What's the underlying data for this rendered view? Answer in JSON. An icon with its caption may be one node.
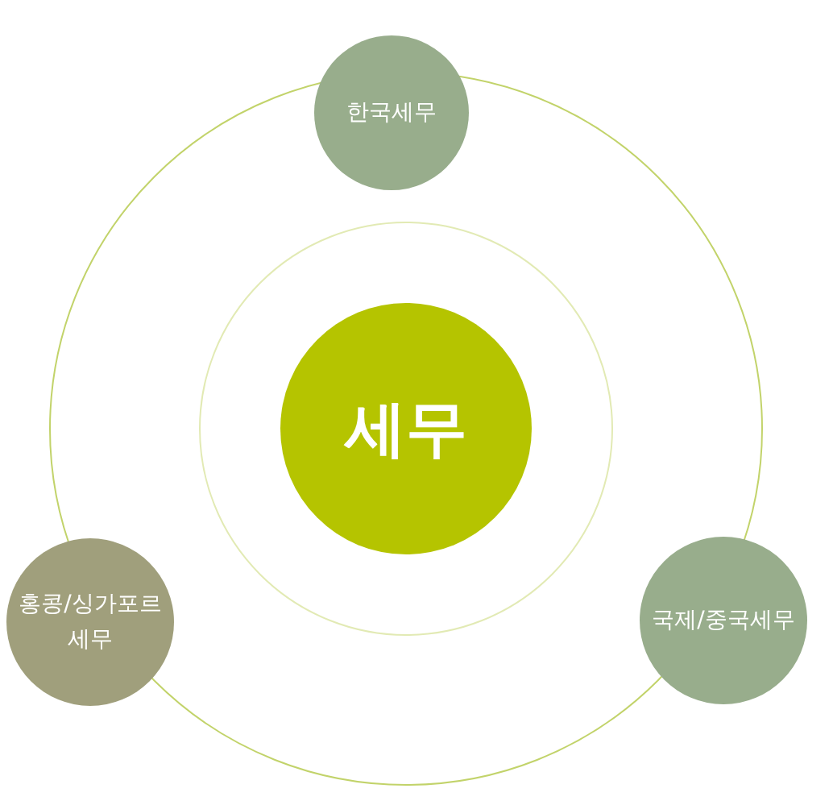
{
  "diagram": {
    "nodes": [
      {
        "text": [
          "세무"
        ]
      },
      {
        "text": [
          "한국세무"
        ]
      },
      {
        "text": [
          "홍콩/싱가포르 세무"
        ]
      },
      {
        "text": [
          "국제/중국세무"
        ]
      }
    ]
  }
}
